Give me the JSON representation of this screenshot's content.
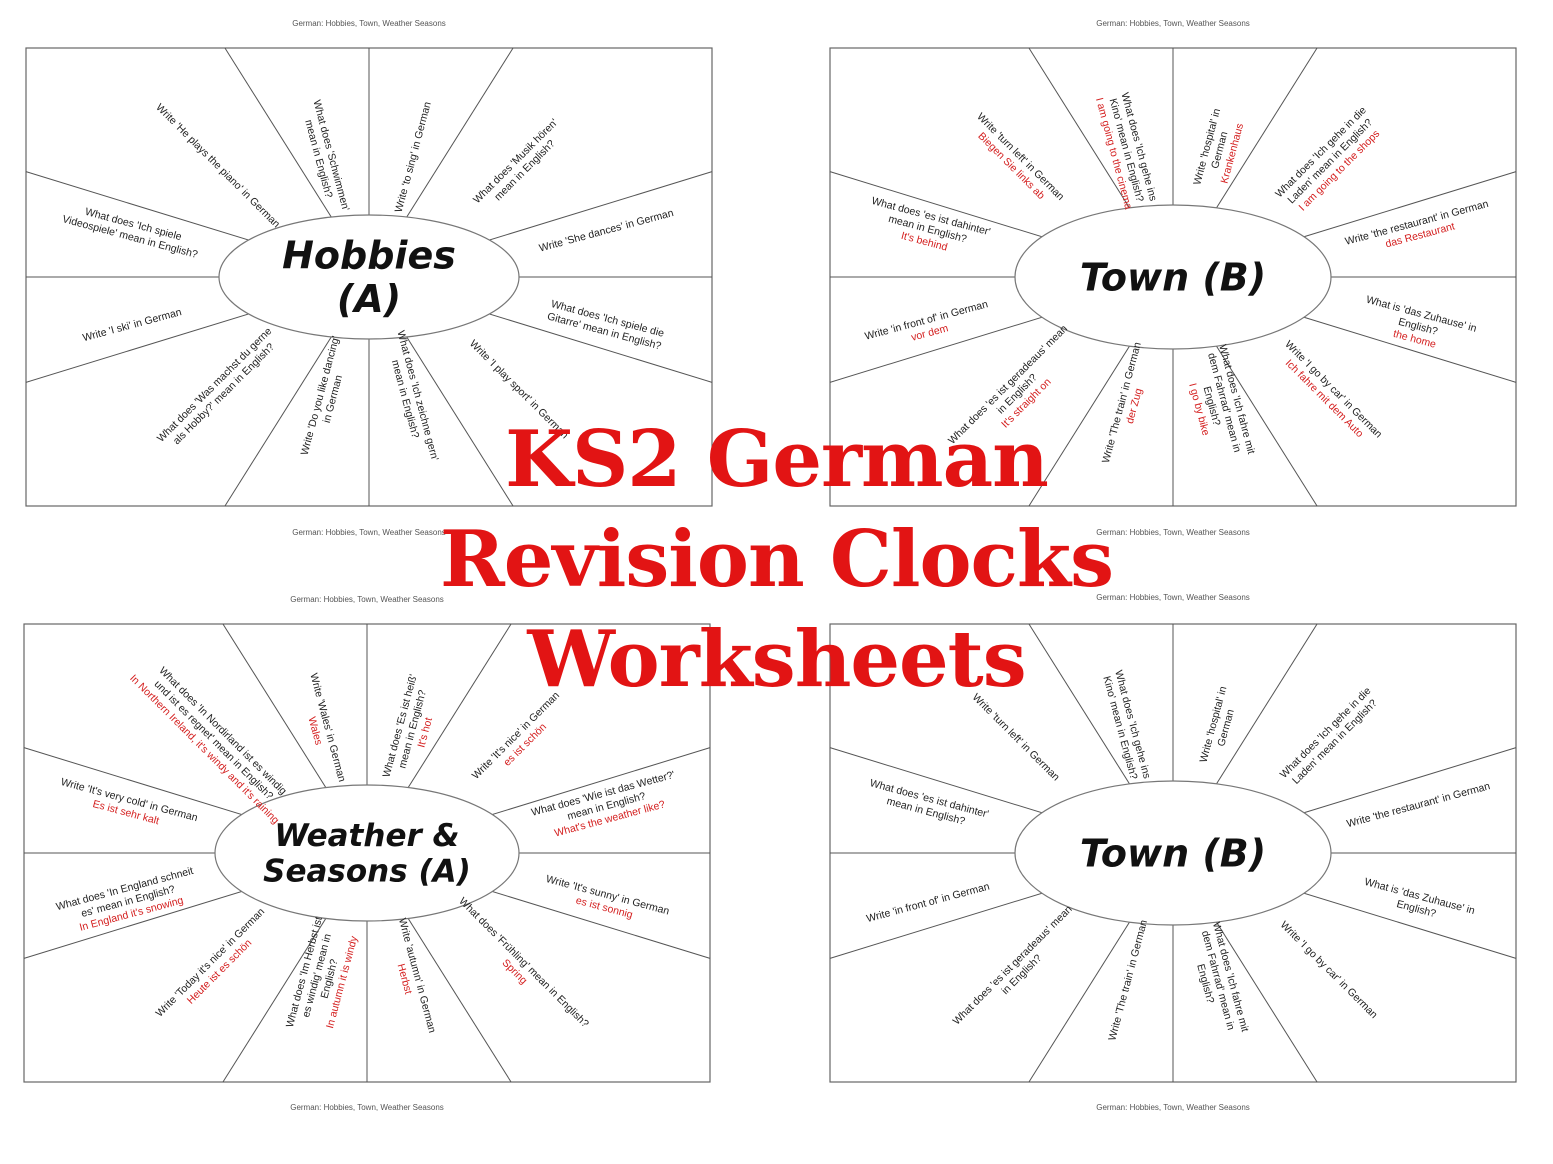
{
  "header_text": "German: Hobbies, Town, Weather Seasons",
  "banner": {
    "line1": "KS2 German",
    "line2": "Revision Clocks",
    "line3": "Worksheets"
  },
  "colors": {
    "banner": "#e21414",
    "answer": "#d42020"
  },
  "worksheets": [
    {
      "title": [
        "Hobbies",
        "(A)"
      ],
      "items": [
        {
          "q": [
            "Write 'to sing' in German"
          ]
        },
        {
          "q": [
            "What does 'Musik hören'",
            "mean in English?"
          ]
        },
        {
          "q": [
            "Write 'She dances' in German"
          ]
        },
        {
          "q": [
            "What does 'Ich spiele die",
            "Gitarre' mean in English?"
          ]
        },
        {
          "q": [
            "Write 'I play sport' in German"
          ]
        },
        {
          "q": [
            "What does 'Ich zeichne gern'",
            "mean in English?"
          ]
        },
        {
          "q": [
            "Write 'Do you like dancing'",
            "in German"
          ]
        },
        {
          "q": [
            "What does 'Was machst du gerne",
            "als Hobby?' mean in English?"
          ]
        },
        {
          "q": [
            "Write 'I ski' in German"
          ]
        },
        {
          "q": [
            "What does 'Ich spiele",
            "Videospiele' mean in English?"
          ]
        },
        {
          "q": [
            "Write 'He plays the piano' in German"
          ]
        },
        {
          "q": [
            "What does 'Schwimmen'",
            "mean in English?"
          ]
        }
      ]
    },
    {
      "title": [
        "Town (B)"
      ],
      "items": [
        {
          "q": [
            "Write 'hospital' in",
            "German"
          ],
          "a": "Krankenhaus"
        },
        {
          "q": [
            "What does 'Ich gehe in die",
            "Laden' mean in English?"
          ],
          "a": "I am going to the shops"
        },
        {
          "q": [
            "Write 'the restaurant' in German"
          ],
          "a": "das Restaurant"
        },
        {
          "q": [
            "What is 'das Zuhause' in",
            "English?"
          ],
          "a": "the home"
        },
        {
          "q": [
            "Write 'I go by car' in German"
          ],
          "a": "Ich fahre mit dem Auto"
        },
        {
          "q": [
            "What does 'Ich fahre mit",
            "dem Fahrrad' mean in",
            "English?"
          ],
          "a": "I go by bike"
        },
        {
          "q": [
            "Write 'The train' in German"
          ],
          "a": "der Zug"
        },
        {
          "q": [
            "What does 'es ist geradeaus' mean",
            "in English?"
          ],
          "a": "It's straight on"
        },
        {
          "q": [
            "Write 'in front of' in German"
          ],
          "a": "vor dem"
        },
        {
          "q": [
            "What does 'es ist dahinter'",
            "mean in English?"
          ],
          "a": "It's behind"
        },
        {
          "q": [
            "Write 'turn left' in German"
          ],
          "a": "Biegen Sie links ab"
        },
        {
          "q": [
            "What does 'Ich gehe ins",
            "Kino' mean in English?"
          ],
          "a": "I am going to the cinema"
        }
      ]
    },
    {
      "title": [
        "Weather &",
        "Seasons (A)"
      ],
      "items": [
        {
          "q": [
            "What does 'Es ist heiß'",
            "mean in English?"
          ],
          "a": "It's hot"
        },
        {
          "q": [
            "Write 'It's nice' in German"
          ],
          "a": "es ist schön"
        },
        {
          "q": [
            "What does 'Wie ist das Wetter?'",
            "mean in English?"
          ],
          "a": "What's the weather like?"
        },
        {
          "q": [
            "Write 'It's sunny' in German"
          ],
          "a": "es ist sonnig"
        },
        {
          "q": [
            "What does 'Frühling' mean in English?"
          ],
          "a": "Spring"
        },
        {
          "q": [
            "Write 'autumn' in German"
          ],
          "a": "Herbst"
        },
        {
          "q": [
            "What does 'Im Herbst ist",
            "es windig' mean in",
            "English?"
          ],
          "a": "In autumn it is windy"
        },
        {
          "q": [
            "Write 'Today it's nice' in German"
          ],
          "a": "Heute ist es schön"
        },
        {
          "q": [
            "What does 'In England schneit",
            "es' mean in English?"
          ],
          "a": "In England it's snowing"
        },
        {
          "q": [
            "Write 'It's very cold' in German"
          ],
          "a": "Es ist sehr kalt"
        },
        {
          "q": [
            "What does 'In Nordirland ist es windig",
            "und ist es regnet' mean in English?"
          ],
          "a": "In Northern Ireland, it's windy and it's raining"
        },
        {
          "q": [
            "Write 'Wales' in German"
          ],
          "a": "Wales"
        }
      ]
    },
    {
      "title": [
        "Town (B)"
      ],
      "items": [
        {
          "q": [
            "Write 'hospital' in",
            "German"
          ]
        },
        {
          "q": [
            "What does 'Ich gehe in die",
            "Laden' mean in English?"
          ]
        },
        {
          "q": [
            "Write 'the restaurant' in German"
          ]
        },
        {
          "q": [
            "What is 'das Zuhause' in",
            "English?"
          ]
        },
        {
          "q": [
            "Write 'I go by car' in German"
          ]
        },
        {
          "q": [
            "What does 'Ich fahre mit",
            "dem Fahrrad' mean in",
            "English?"
          ]
        },
        {
          "q": [
            "Write 'The train' in German"
          ]
        },
        {
          "q": [
            "What does 'es ist geradeaus' mean",
            "in English?"
          ]
        },
        {
          "q": [
            "Write 'in front of' in German"
          ]
        },
        {
          "q": [
            "What does 'es ist dahinter'",
            "mean in English?"
          ]
        },
        {
          "q": [
            "Write 'turn left' in German"
          ]
        },
        {
          "q": [
            "What does 'Ich gehe ins",
            "Kino' mean in English?"
          ]
        }
      ]
    }
  ]
}
